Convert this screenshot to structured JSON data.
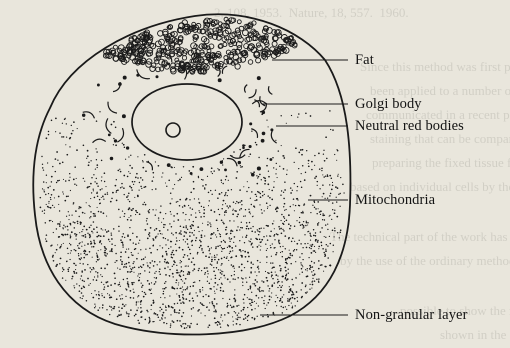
{
  "background_text": [
    "2, 108, 1953.  Nature, 18, 557.  1960.",
    "Since this method was first proposed, the procedure has",
    "been applied to a number of different cell types.  It is also",
    "communicated in a recent paper. This has given a useful",
    "staining that can be compared with the above method of",
    "preparing the fixed tissue for study, the method being",
    "based on individual cells by the same technique.",
    "The technical part of the work has been greatly assisted",
    "by the use of the ordinary method. Here it should be",
    "possible to show the relations of the parts, the body being",
    "shown in the light of the above observations, and its"
  ],
  "labels": {
    "fat": "Fat",
    "golgi": "Golgi body",
    "neutral_red": "Neutral red bodies",
    "mitochondria": "Mitochondria",
    "non_granular": "Non-granular layer"
  },
  "colors": {
    "ink": "#1a1a1a",
    "paper": "#e9e6dc"
  }
}
